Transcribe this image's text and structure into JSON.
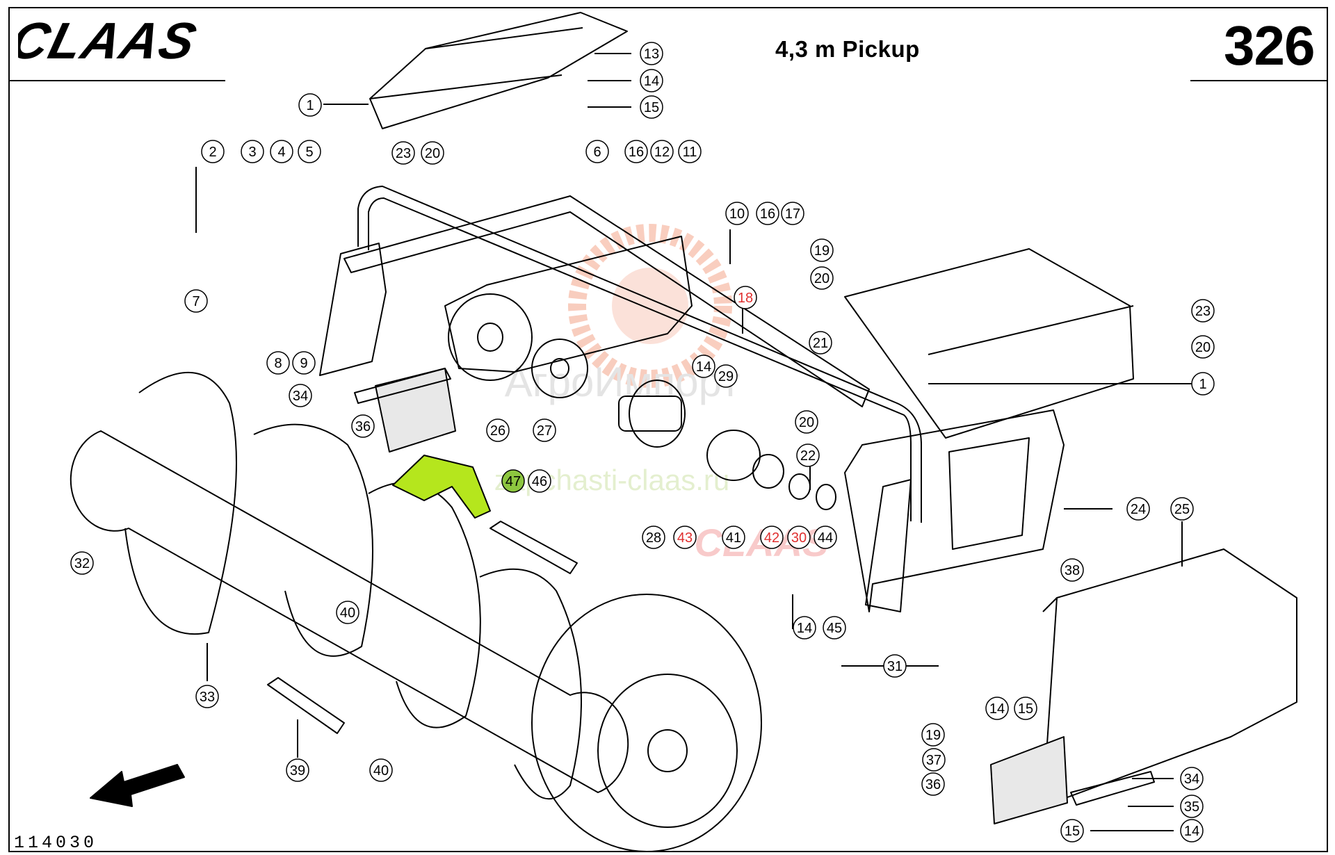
{
  "header": {
    "brand": "CLAAS",
    "title": "4,3 m Pickup",
    "page_number": "326"
  },
  "footer": {
    "drawing_number": "114030"
  },
  "watermark": {
    "text_1": "АгроИмпорт",
    "text_2": "zapchasti-claas.ru",
    "text_3": "CLAAS"
  },
  "colors": {
    "line": "#000000",
    "highlight_green": "#b5e61d",
    "highlight_callout": "#8dc63f",
    "red_label": "#e03030",
    "watermark_orange": "#f4a58a",
    "watermark_green": "#cfe3a8"
  },
  "callouts": [
    {
      "label": "1",
      "style": "normal"
    },
    {
      "label": "13",
      "style": "normal"
    },
    {
      "label": "14",
      "style": "normal"
    },
    {
      "label": "15",
      "style": "normal"
    },
    {
      "label": "2",
      "style": "normal"
    },
    {
      "label": "3",
      "style": "normal"
    },
    {
      "label": "4",
      "style": "normal"
    },
    {
      "label": "5",
      "style": "normal"
    },
    {
      "label": "7",
      "style": "normal"
    },
    {
      "label": "23",
      "style": "normal"
    },
    {
      "label": "20",
      "style": "normal"
    },
    {
      "label": "6",
      "style": "normal"
    },
    {
      "label": "16",
      "style": "normal"
    },
    {
      "label": "12",
      "style": "normal"
    },
    {
      "label": "11",
      "style": "normal"
    },
    {
      "label": "10",
      "style": "normal"
    },
    {
      "label": "16",
      "style": "normal"
    },
    {
      "label": "17",
      "style": "normal"
    },
    {
      "label": "18",
      "style": "red"
    },
    {
      "label": "19",
      "style": "normal"
    },
    {
      "label": "20",
      "style": "normal"
    },
    {
      "label": "23",
      "style": "normal"
    },
    {
      "label": "20",
      "style": "normal"
    },
    {
      "label": "21",
      "style": "normal"
    },
    {
      "label": "1",
      "style": "normal"
    },
    {
      "label": "8",
      "style": "normal"
    },
    {
      "label": "9",
      "style": "normal"
    },
    {
      "label": "34",
      "style": "normal"
    },
    {
      "label": "36",
      "style": "normal"
    },
    {
      "label": "26",
      "style": "normal"
    },
    {
      "label": "27",
      "style": "normal"
    },
    {
      "label": "14",
      "style": "normal"
    },
    {
      "label": "29",
      "style": "normal"
    },
    {
      "label": "20",
      "style": "normal"
    },
    {
      "label": "22",
      "style": "normal"
    },
    {
      "label": "47",
      "style": "green"
    },
    {
      "label": "46",
      "style": "normal"
    },
    {
      "label": "32",
      "style": "normal"
    },
    {
      "label": "28",
      "style": "normal"
    },
    {
      "label": "43",
      "style": "red"
    },
    {
      "label": "41",
      "style": "normal"
    },
    {
      "label": "42",
      "style": "red"
    },
    {
      "label": "30",
      "style": "red"
    },
    {
      "label": "44",
      "style": "normal"
    },
    {
      "label": "24",
      "style": "normal"
    },
    {
      "label": "25",
      "style": "normal"
    },
    {
      "label": "38",
      "style": "normal"
    },
    {
      "label": "40",
      "style": "normal"
    },
    {
      "label": "14",
      "style": "normal"
    },
    {
      "label": "45",
      "style": "normal"
    },
    {
      "label": "31",
      "style": "normal"
    },
    {
      "label": "14",
      "style": "normal"
    },
    {
      "label": "15",
      "style": "normal"
    },
    {
      "label": "33",
      "style": "normal"
    },
    {
      "label": "19",
      "style": "normal"
    },
    {
      "label": "37",
      "style": "normal"
    },
    {
      "label": "36",
      "style": "normal"
    },
    {
      "label": "34",
      "style": "normal"
    },
    {
      "label": "35",
      "style": "normal"
    },
    {
      "label": "15",
      "style": "normal"
    },
    {
      "label": "14",
      "style": "normal"
    },
    {
      "label": "39",
      "style": "normal"
    },
    {
      "label": "40",
      "style": "normal"
    }
  ]
}
